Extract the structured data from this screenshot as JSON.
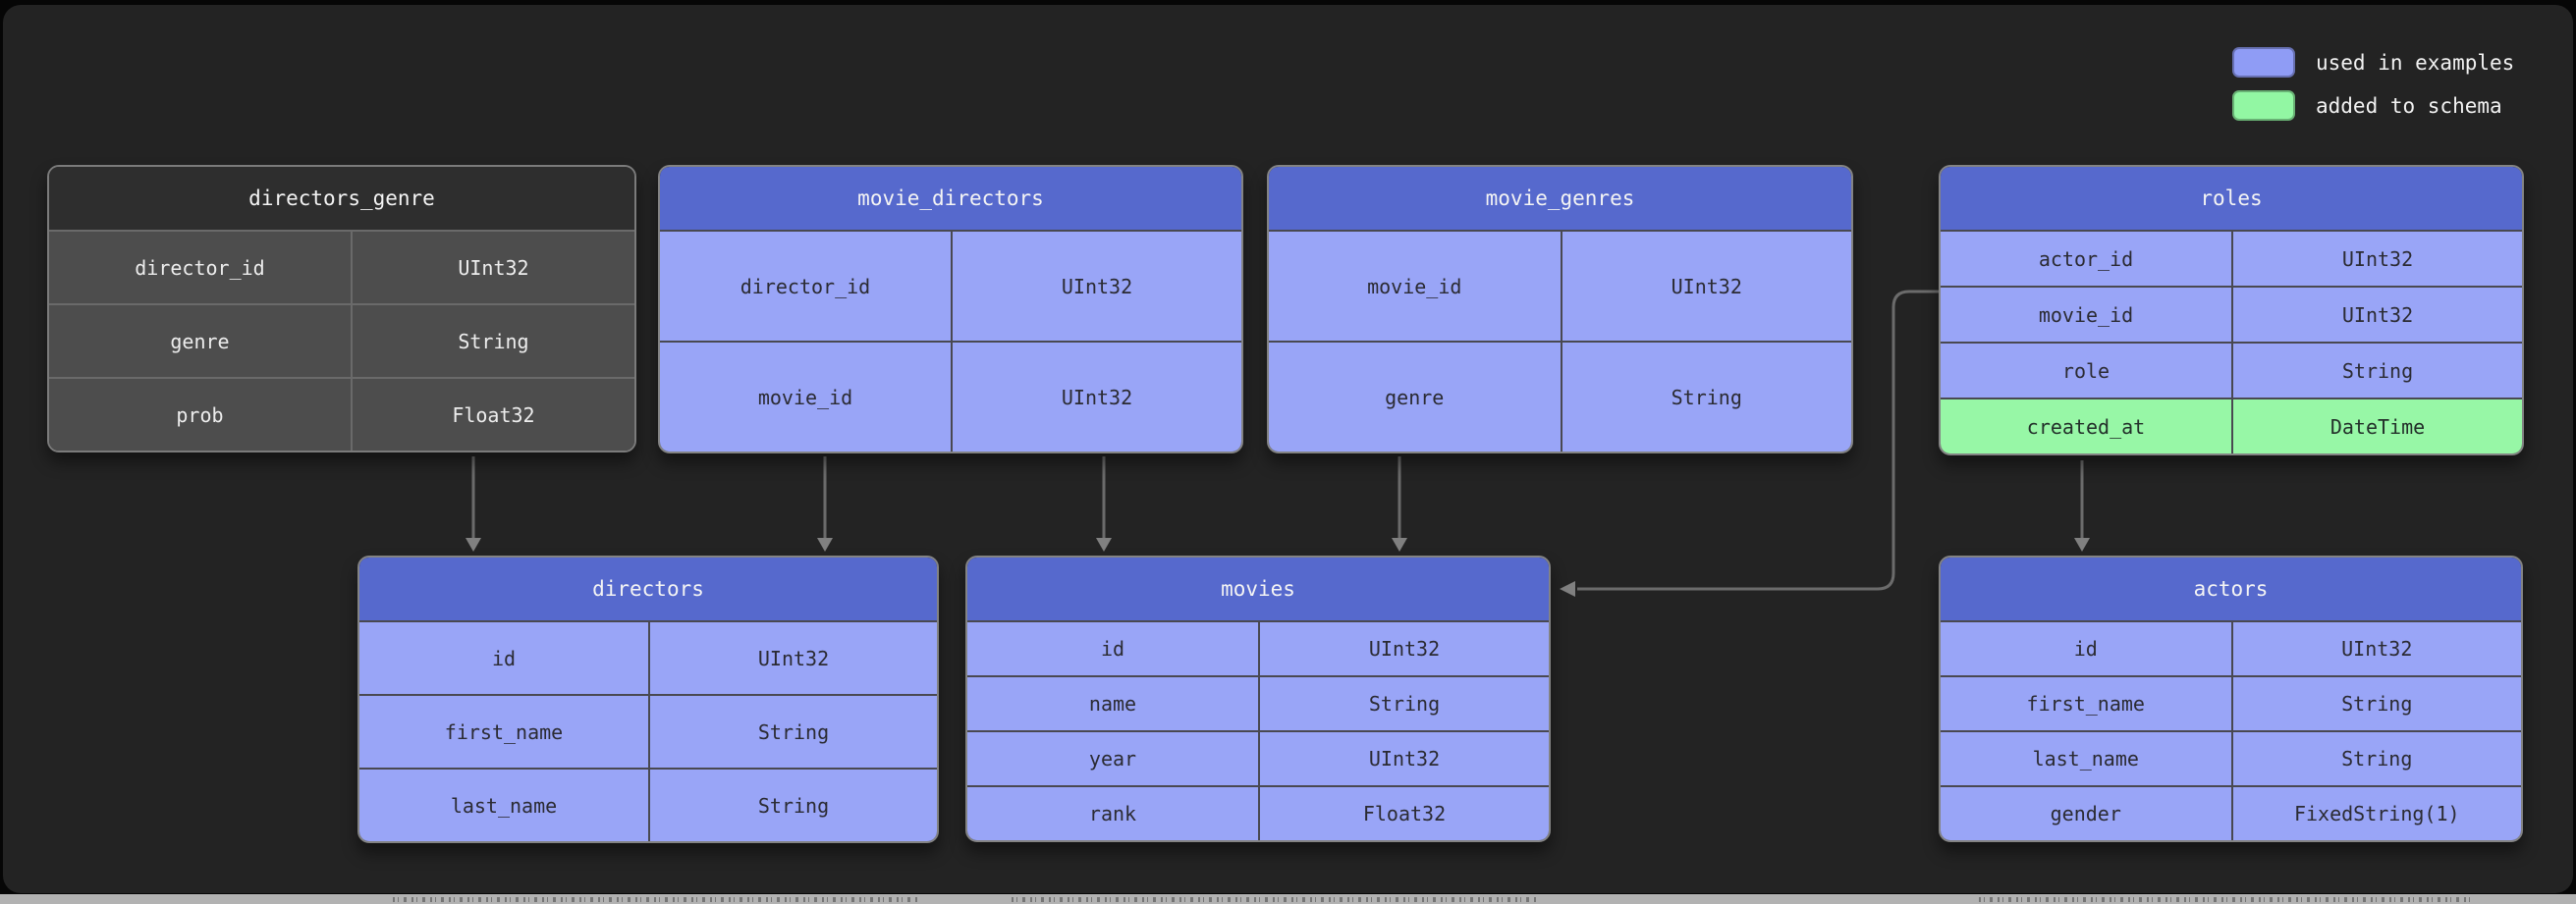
{
  "colors": {
    "canvas_bg": "#232323",
    "header_blue": "#5669cd",
    "row_blue": "#99a5f7",
    "row_green": "#97f7a6",
    "header_dark": "#2e2e2e",
    "row_dark": "#4d4d4d",
    "arrow": "#6b6b6b"
  },
  "legend": {
    "items": [
      {
        "id": "used-in-examples",
        "label": "used in examples",
        "color": "#8f9cf5"
      },
      {
        "id": "added-to-schema",
        "label": "added to schema",
        "color": "#92f7a3"
      }
    ]
  },
  "tables": [
    {
      "id": "directors_genre",
      "name": "directors_genre",
      "variant": "dark",
      "fields": [
        {
          "name": "director_id",
          "type": "UInt32"
        },
        {
          "name": "genre",
          "type": "String"
        },
        {
          "name": "prob",
          "type": "Float32"
        }
      ]
    },
    {
      "id": "movie_directors",
      "name": "movie_directors",
      "variant": "blue",
      "fields": [
        {
          "name": "director_id",
          "type": "UInt32"
        },
        {
          "name": "movie_id",
          "type": "UInt32"
        }
      ]
    },
    {
      "id": "movie_genres",
      "name": "movie_genres",
      "variant": "blue",
      "fields": [
        {
          "name": "movie_id",
          "type": "UInt32"
        },
        {
          "name": "genre",
          "type": "String"
        }
      ]
    },
    {
      "id": "roles",
      "name": "roles",
      "variant": "blue",
      "fields": [
        {
          "name": "actor_id",
          "type": "UInt32"
        },
        {
          "name": "movie_id",
          "type": "UInt32"
        },
        {
          "name": "role",
          "type": "String"
        },
        {
          "name": "created_at",
          "type": "DateTime",
          "added": true
        }
      ]
    },
    {
      "id": "directors",
      "name": "directors",
      "variant": "blue",
      "fields": [
        {
          "name": "id",
          "type": "UInt32"
        },
        {
          "name": "first_name",
          "type": "String"
        },
        {
          "name": "last_name",
          "type": "String"
        }
      ]
    },
    {
      "id": "movies",
      "name": "movies",
      "variant": "blue",
      "fields": [
        {
          "name": "id",
          "type": "UInt32"
        },
        {
          "name": "name",
          "type": "String"
        },
        {
          "name": "year",
          "type": "UInt32"
        },
        {
          "name": "rank",
          "type": "Float32"
        }
      ]
    },
    {
      "id": "actors",
      "name": "actors",
      "variant": "blue",
      "fields": [
        {
          "name": "id",
          "type": "UInt32"
        },
        {
          "name": "first_name",
          "type": "String"
        },
        {
          "name": "last_name",
          "type": "String"
        },
        {
          "name": "gender",
          "type": "FixedString(1)"
        }
      ]
    }
  ],
  "relations": [
    {
      "from": "directors_genre",
      "to": "directors"
    },
    {
      "from": "movie_directors",
      "to": "directors"
    },
    {
      "from": "movie_directors",
      "to": "movies"
    },
    {
      "from": "movie_genres",
      "to": "movies"
    },
    {
      "from": "roles",
      "to": "movies"
    },
    {
      "from": "roles",
      "to": "actors"
    }
  ]
}
